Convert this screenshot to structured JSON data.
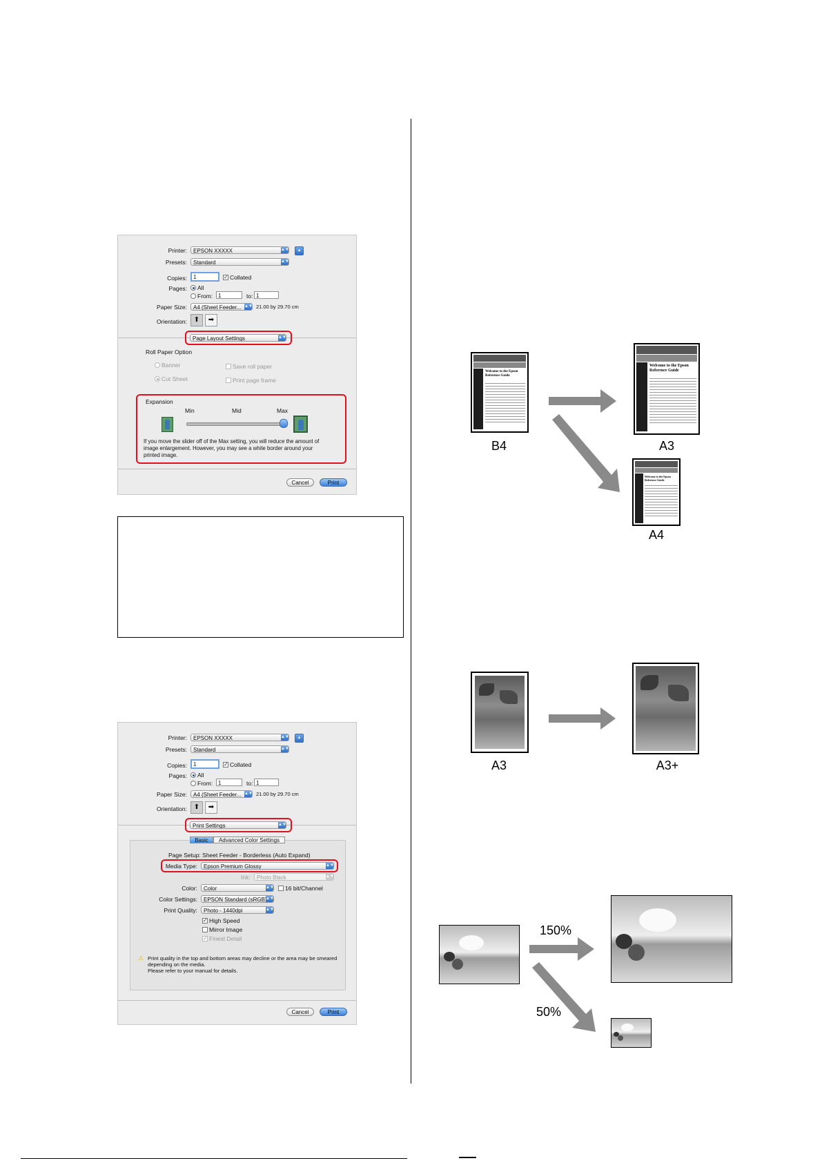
{
  "dialog1": {
    "printer_label": "Printer:",
    "printer_value": "EPSON XXXXX",
    "presets_label": "Presets:",
    "presets_value": "Standard",
    "copies_label": "Copies:",
    "copies_value": "1",
    "collated_label": "Collated",
    "pages_label": "Pages:",
    "all_label": "All",
    "from_label": "From:",
    "from_value": "1",
    "to_label": "to:",
    "to_value": "1",
    "paper_size_label": "Paper Size:",
    "paper_size_value": "A4 (Sheet Feeder...",
    "paper_dims": "21.00 by 29.70 cm",
    "orientation_label": "Orientation:",
    "panel_value": "Page Layout Settings",
    "roll_paper_option": "Roll Paper Option",
    "banner": "Banner",
    "cut_sheet": "Cut Sheet",
    "save_roll_paper": "Save roll paper",
    "print_page_frame": "Print page frame",
    "expansion": "Expansion",
    "min": "Min",
    "mid": "Mid",
    "max": "Max",
    "expansion_note_1": "If you move the slider off of the Max setting, you will reduce the amount of",
    "expansion_note_2": "image enlargement. However, you may see a white border around your",
    "expansion_note_3": "printed image.",
    "cancel": "Cancel",
    "print": "Print"
  },
  "dialog2": {
    "printer_label": "Printer:",
    "printer_value": "EPSON XXXXX",
    "presets_label": "Presets:",
    "presets_value": "Standard",
    "copies_label": "Copies:",
    "copies_value": "1",
    "collated_label": "Collated",
    "pages_label": "Pages:",
    "all_label": "All",
    "from_label": "From:",
    "from_value": "1",
    "to_label": "to:",
    "to_value": "1",
    "paper_size_label": "Paper Size:",
    "paper_size_value": "A4 (Sheet Feeder...",
    "paper_dims": "21.00 by 29.70 cm",
    "orientation_label": "Orientation:",
    "panel_value": "Print Settings",
    "tab_basic": "Basic",
    "tab_advanced": "Advanced Color Settings",
    "page_setup": "Page Setup: Sheet Feeder - Borderless (Auto Expand)",
    "media_type_label": "Media Type:",
    "media_type_value": "Epson Premium Glossy",
    "ink_label": "Ink:",
    "ink_value": "Photo Black",
    "color_label": "Color:",
    "color_value": "Color",
    "bit_label": "16 bit/Channel",
    "color_settings_label": "Color Settings:",
    "color_settings_value": "EPSON Standard (sRGB)",
    "print_quality_label": "Print Quality:",
    "print_quality_value": "Photo - 1440dpi",
    "high_speed": "High Speed",
    "mirror_image": "Mirror Image",
    "finest_detail": "Finest Detail",
    "warning_1": "Print quality in the top and bottom areas may decline or the area may be smeared",
    "warning_2": "depending on the media.",
    "warning_3": "Please refer to your manual for details.",
    "cancel": "Cancel",
    "print": "Print"
  },
  "figures": {
    "b4": "B4",
    "a3": "A3",
    "a4": "A4",
    "a3_left": "A3",
    "a3_plus": "A3+",
    "pct_150": "150%",
    "pct_50": "50%",
    "doc_heading_1": "Welcome to the Epson",
    "doc_heading_2": "Reference Guide"
  },
  "colors": {
    "highlight": "#e0101c",
    "accent_blue": "#3d82dc",
    "arrow_gray": "#8a8a8a"
  }
}
